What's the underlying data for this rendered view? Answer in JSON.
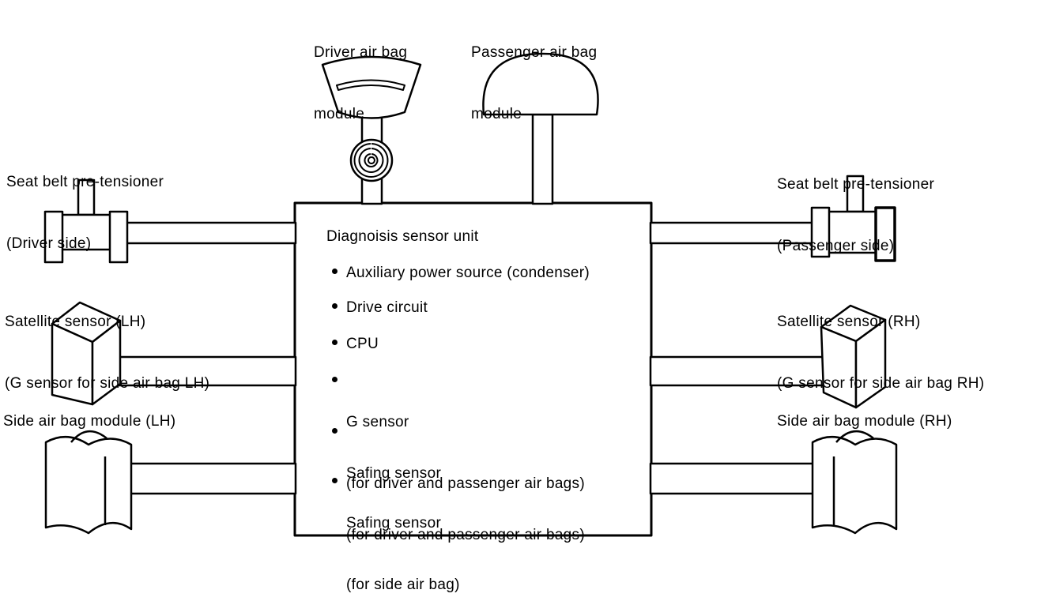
{
  "labels": {
    "driver_airbag": [
      "Driver air bag",
      "module"
    ],
    "passenger_airbag": [
      "Passenger air bag",
      "module"
    ],
    "seatbelt_driver": [
      "Seat belt pre-tensioner",
      "(Driver side)"
    ],
    "seatbelt_passenger": [
      "Seat belt pre-tensioner",
      "(Passenger side)"
    ],
    "satellite_lh": [
      "Satellite sensor (LH)",
      "(G sensor for side air bag LH)"
    ],
    "satellite_rh": [
      "Satellite sensor (RH)",
      "(G sensor for side air bag RH)"
    ],
    "side_airbag_lh": "Side air bag module (LH)",
    "side_airbag_rh": "Side air bag module (RH)"
  },
  "unit": {
    "title": "Diagnoisis sensor unit",
    "items": [
      [
        "Auxiliary power source (condenser)"
      ],
      [
        "Drive circuit"
      ],
      [
        "CPU"
      ],
      [
        "G sensor",
        "(for driver and passenger air bags)"
      ],
      [
        "Safing sensor",
        "(for driver and passenger air bags)"
      ],
      [
        "Safing sensor",
        "(for side air bag)"
      ]
    ]
  }
}
